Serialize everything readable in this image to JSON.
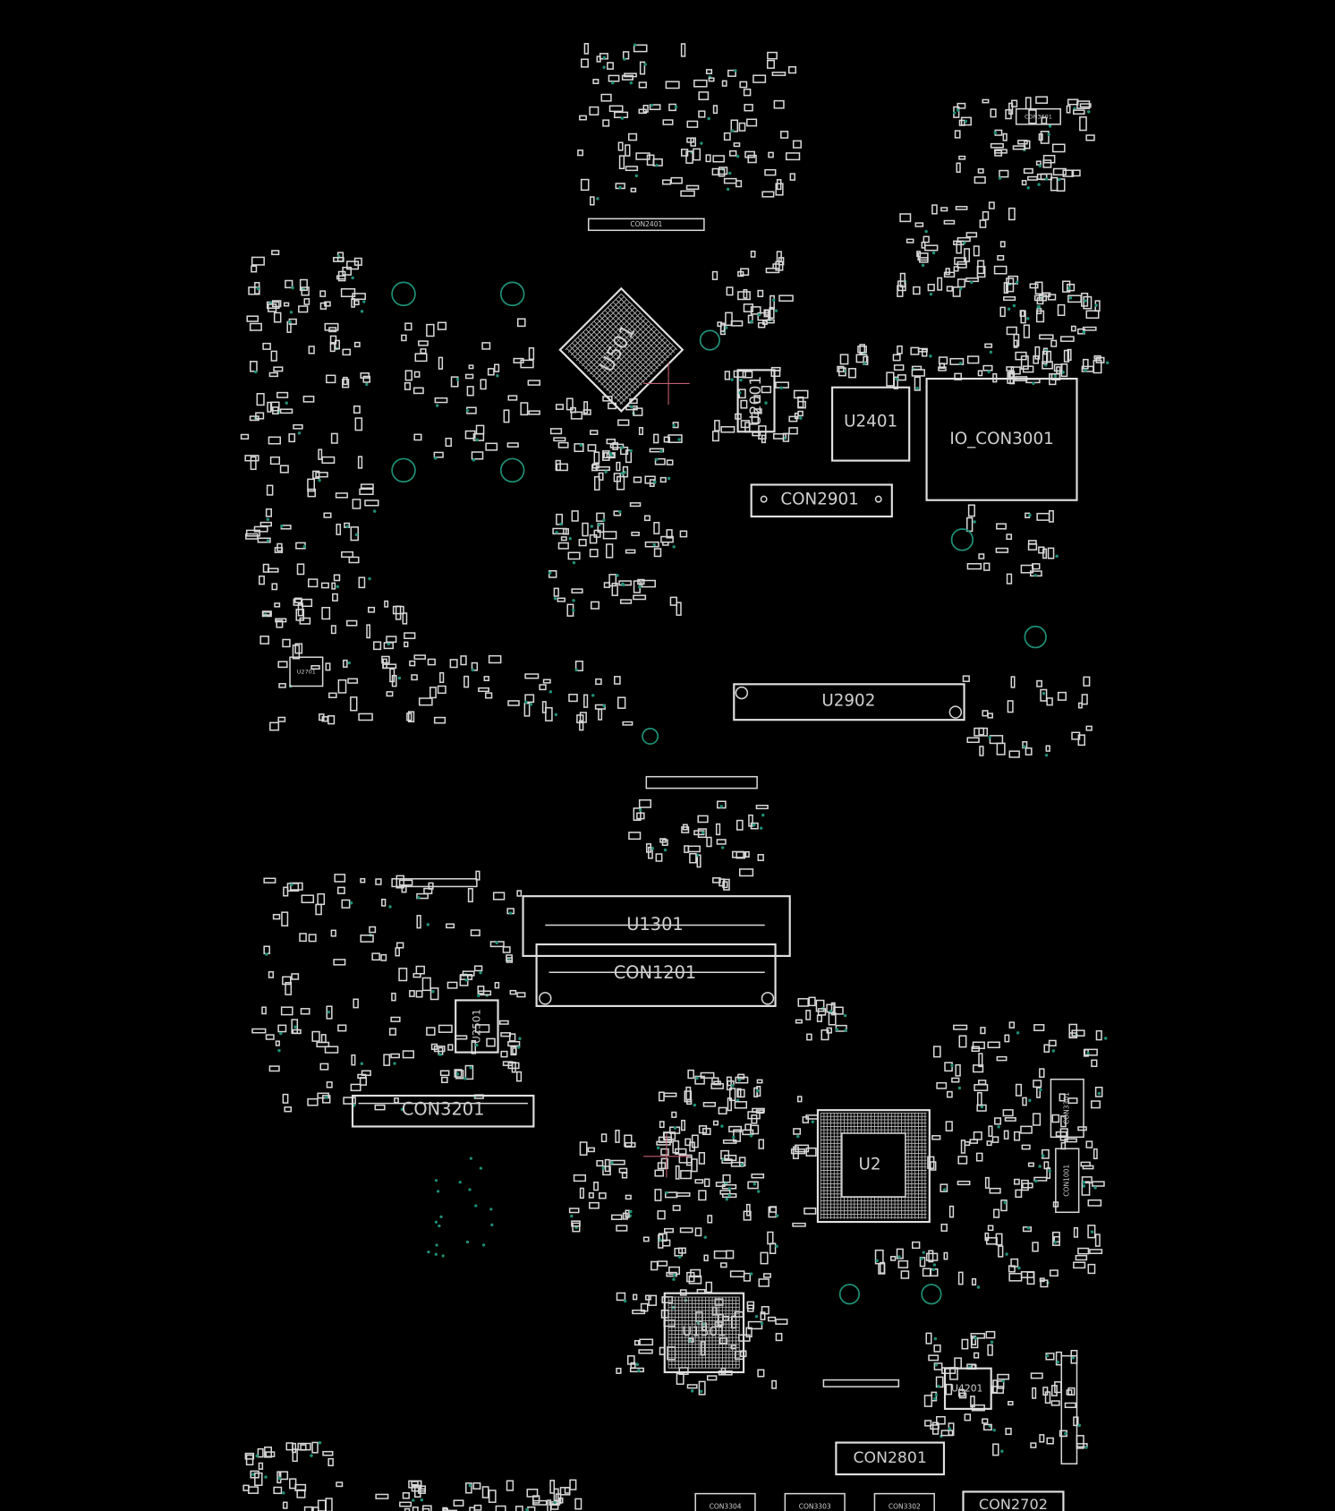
{
  "view": {
    "title": "PCB boardview",
    "colors": {
      "background": "#000000",
      "outline": "#d8d8d8",
      "via": "#1f8f76",
      "cursor": "#c06070"
    }
  },
  "top_side": {
    "components": {
      "u501": "U501",
      "u2001": "U2001",
      "u2401": "U2401",
      "io_con3001": "IO_CON3001",
      "con2901": "CON2901",
      "u2902": "U2902",
      "con2401": "CON2401",
      "u2701": "U2701",
      "con3601": "CON3601"
    }
  },
  "bottom_side": {
    "components": {
      "u1301": "U1301",
      "con1201": "CON1201",
      "u2501": "U2501",
      "con3201": "CON3201",
      "u2": "U2",
      "u1501": "U1501",
      "u4201": "U4201",
      "con2801": "CON2801",
      "con2702": "CON2702",
      "con3301": "CON3301",
      "con1001": "CON1001",
      "con3304": "CON3304",
      "con3303": "CON3303",
      "con3302": "CON3302"
    }
  }
}
